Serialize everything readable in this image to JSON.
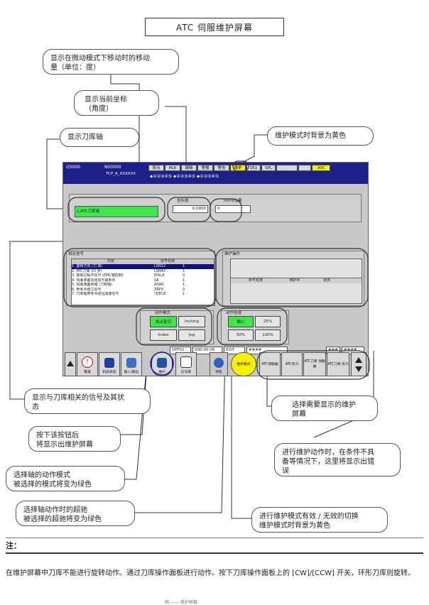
{
  "title": "ATC 伺服维护屏幕",
  "callouts": {
    "jog_amount": [
      "显示在微动模式下移动时的移动",
      "量（单位：度）"
    ],
    "current_coord": [
      "显示当前坐标",
      "（角度）"
    ],
    "magazine_axis": "显示刀库轴",
    "maint_yellow": "维护模式时背景为黄色",
    "signals": [
      "显示与刀库相关的信号及其状",
      "态"
    ],
    "press_button": [
      "按下该按钮后",
      "将显示出维护屏幕"
    ],
    "select_screen": [
      "选择需要显示的维护",
      "屏幕"
    ],
    "error_msg": [
      "进行维护动作时，在条件不具",
      "备等情况下，这里将显示出错",
      "误"
    ],
    "axis_mode": [
      "选择轴的动作模式",
      "被选择的模式将变为绿色"
    ],
    "override": [
      "选择轴动作时的超驰",
      "被选择的超驰将变为绿色"
    ],
    "toggle_mode": [
      "进行维护模式有效 / 无效的切换",
      "维护模式时背景为黄色"
    ]
  },
  "screen": {
    "header": {
      "prog_no": "O5000",
      "seq_no": "N00000",
      "sub": "TCP_A_XXXXXX",
      "tabs": [
        "原点",
        "HLK",
        "编辑",
        "警报",
        "警告",
        "维护",
        "351",
        "SPL",
        "",
        "",
        "30C"
      ],
      "icon_row_text": "⬥①②③④⑤  ⬥①②③④⑤  ⬥①②③④⑤"
    },
    "axis_panel": {
      "label": "1.ATC刀库轴"
    },
    "coord": {
      "label": "坐标值",
      "value": "0.0000"
    },
    "jog_amount": {
      "label": "Inching量",
      "value": "0"
    },
    "signal_panel": {
      "title": "相关信号",
      "col_content": "内容",
      "col_signal": "信号名称",
      "rows": [
        {
          "text": "1. 旋转方向  (刀 库)",
          "sig": "LSN12",
          "val": "1"
        },
        {
          "text": "2. ATC刀库  (同 步)",
          "sig": "LSN42",
          "val": "1"
        },
        {
          "text": "3. 警报过程中信号 (PMC轴控制)",
          "sig": "EIALA",
          "val": "0"
        },
        {
          "text": "4. 伺服准备完成信号或条件",
          "sig": "SA",
          "val": "1"
        },
        {
          "text": "5. 伺服准备就绪 (刀库轴)",
          "sig": "ASAR",
          "val": "1"
        },
        {
          "text": "6. 参考点建立信号",
          "sig": "ZRF0",
          "val": "0"
        },
        {
          "text": "7. 刀库轴参考点返回减速信号",
          "sig": "*DEC8",
          "val": "1"
        }
      ]
    },
    "maint_panel": {
      "title": "维护操作",
      "cols": [
        "序号名称",
        "维护中",
        "状态"
      ]
    },
    "mode_panel": {
      "title": "动作模式",
      "buttons": [
        "原点复归",
        "Inching",
        "Index",
        "Jog"
      ]
    },
    "override_panel": {
      "title": "动作倍速",
      "buttons": [
        "微小",
        "25%",
        "50%",
        "100%"
      ]
    },
    "status_bar": [
      "OFF01",
      "000:00:06",
      "EXIT",
      "####",
      "###",
      "####"
    ],
    "softkeys": [
      {
        "label": "警报",
        "icon": "alarm-icon"
      },
      {
        "label": "机床状态",
        "icon": "machine-status-icon"
      },
      {
        "label": "输入/输出",
        "icon": "io-icon"
      },
      {
        "label": "维护",
        "icon": "maintenance-icon"
      },
      {
        "label": "信号表",
        "icon": "signal-table-icon"
      },
      {
        "label": "待机",
        "icon": "standby-icon"
      },
      {
        "label": "维护模式",
        "icon": ""
      },
      {
        "label": "ATC伺服器",
        "icon": ""
      },
      {
        "label": "ATC夹爪",
        "icon": ""
      },
      {
        "label": "ATC刀库 伺服器",
        "icon": ""
      },
      {
        "label": "ATC刀库 夹爪",
        "icon": ""
      }
    ]
  },
  "note_title": "注：",
  "note_body": "在维护屏幕中刀库不能进行旋转动作。通过刀库操作面板进行动作。按下刀库操作面板上的 [CW]/[CCW] 开关，环形刀库则旋转。",
  "caption": "图 —— 维护屏幕",
  "colors": {
    "screen_header": "#1f1f8c",
    "selected_green": "#3fe84a",
    "maint_yellow": "#f5f000"
  }
}
